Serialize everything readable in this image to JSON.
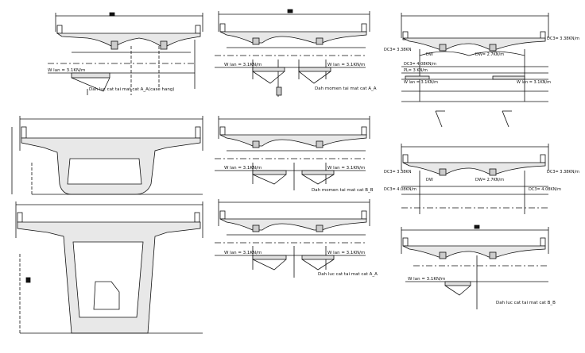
{
  "labels": {
    "lane_a": "W lan = 3.1KN/m",
    "caption_a": "Dah luc cat tai mat cat A_A(case hang)",
    "lane_b1": "W lan = 3.1KN/m",
    "lane_b2": "W lan = 3.1KN/m",
    "caption_b": "Dah momen tai mat cat A_A",
    "lane_c1": "W lan = 3.1KN/m",
    "lane_c2": "W lan = 3.1KN/m",
    "caption_c": "Dah momen tai mat cat B_B",
    "lane_d1": "W lan = 3.1KN/m",
    "lane_d2": "W lan = 3.1KN/m",
    "caption_d": "Dah luc cat tai mat cat A_A",
    "e_dc_left": "DC3= 3.38KN",
    "e_dc_right": "DC3= 3.38KN/m",
    "e_dw_left": "DW",
    "e_dw_right": "DW= 2.7KN/m",
    "e_dc2": "DC3= 4.08KN/m",
    "e_pl": "PL= 3 KN/m",
    "e_lane_left": "W lan = 3.1KN/m",
    "e_lane_right": "W lan = 3.1KN/m",
    "f_dc_left": "DC3= 3.38KN",
    "f_dc_right": "DC3= 3.38KN/m",
    "f_dw_left": "DW",
    "f_dw_right": "DW= 2.7KN/m",
    "f_dc2_left": "DC3= 4.08KN/m",
    "f_dc2_right": "DC3= 4.08KN/m",
    "g_lane": "W lan = 3.1KN/m",
    "caption_g": "Dah luc cat tai mat cat B_B"
  },
  "colors": {
    "line": "#111111",
    "background": "#ffffff",
    "hatch": "#555555"
  }
}
